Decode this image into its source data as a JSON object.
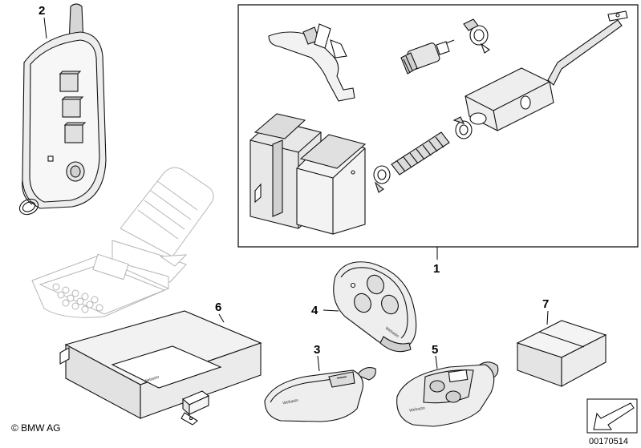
{
  "callouts": {
    "n1": "1",
    "n2": "2",
    "n3": "3",
    "n4": "4",
    "n5": "5",
    "n6": "6",
    "n7": "7"
  },
  "footer": {
    "copyright": "© BMW AG",
    "document_number": "00170514"
  },
  "part_labels": {
    "brand_mark": "Webasto"
  },
  "colors": {
    "line": "#111111",
    "ghost_line": "#b5b5b5",
    "part_fill": "#f4f4f4",
    "shade_fill": "#d6d6d6"
  }
}
